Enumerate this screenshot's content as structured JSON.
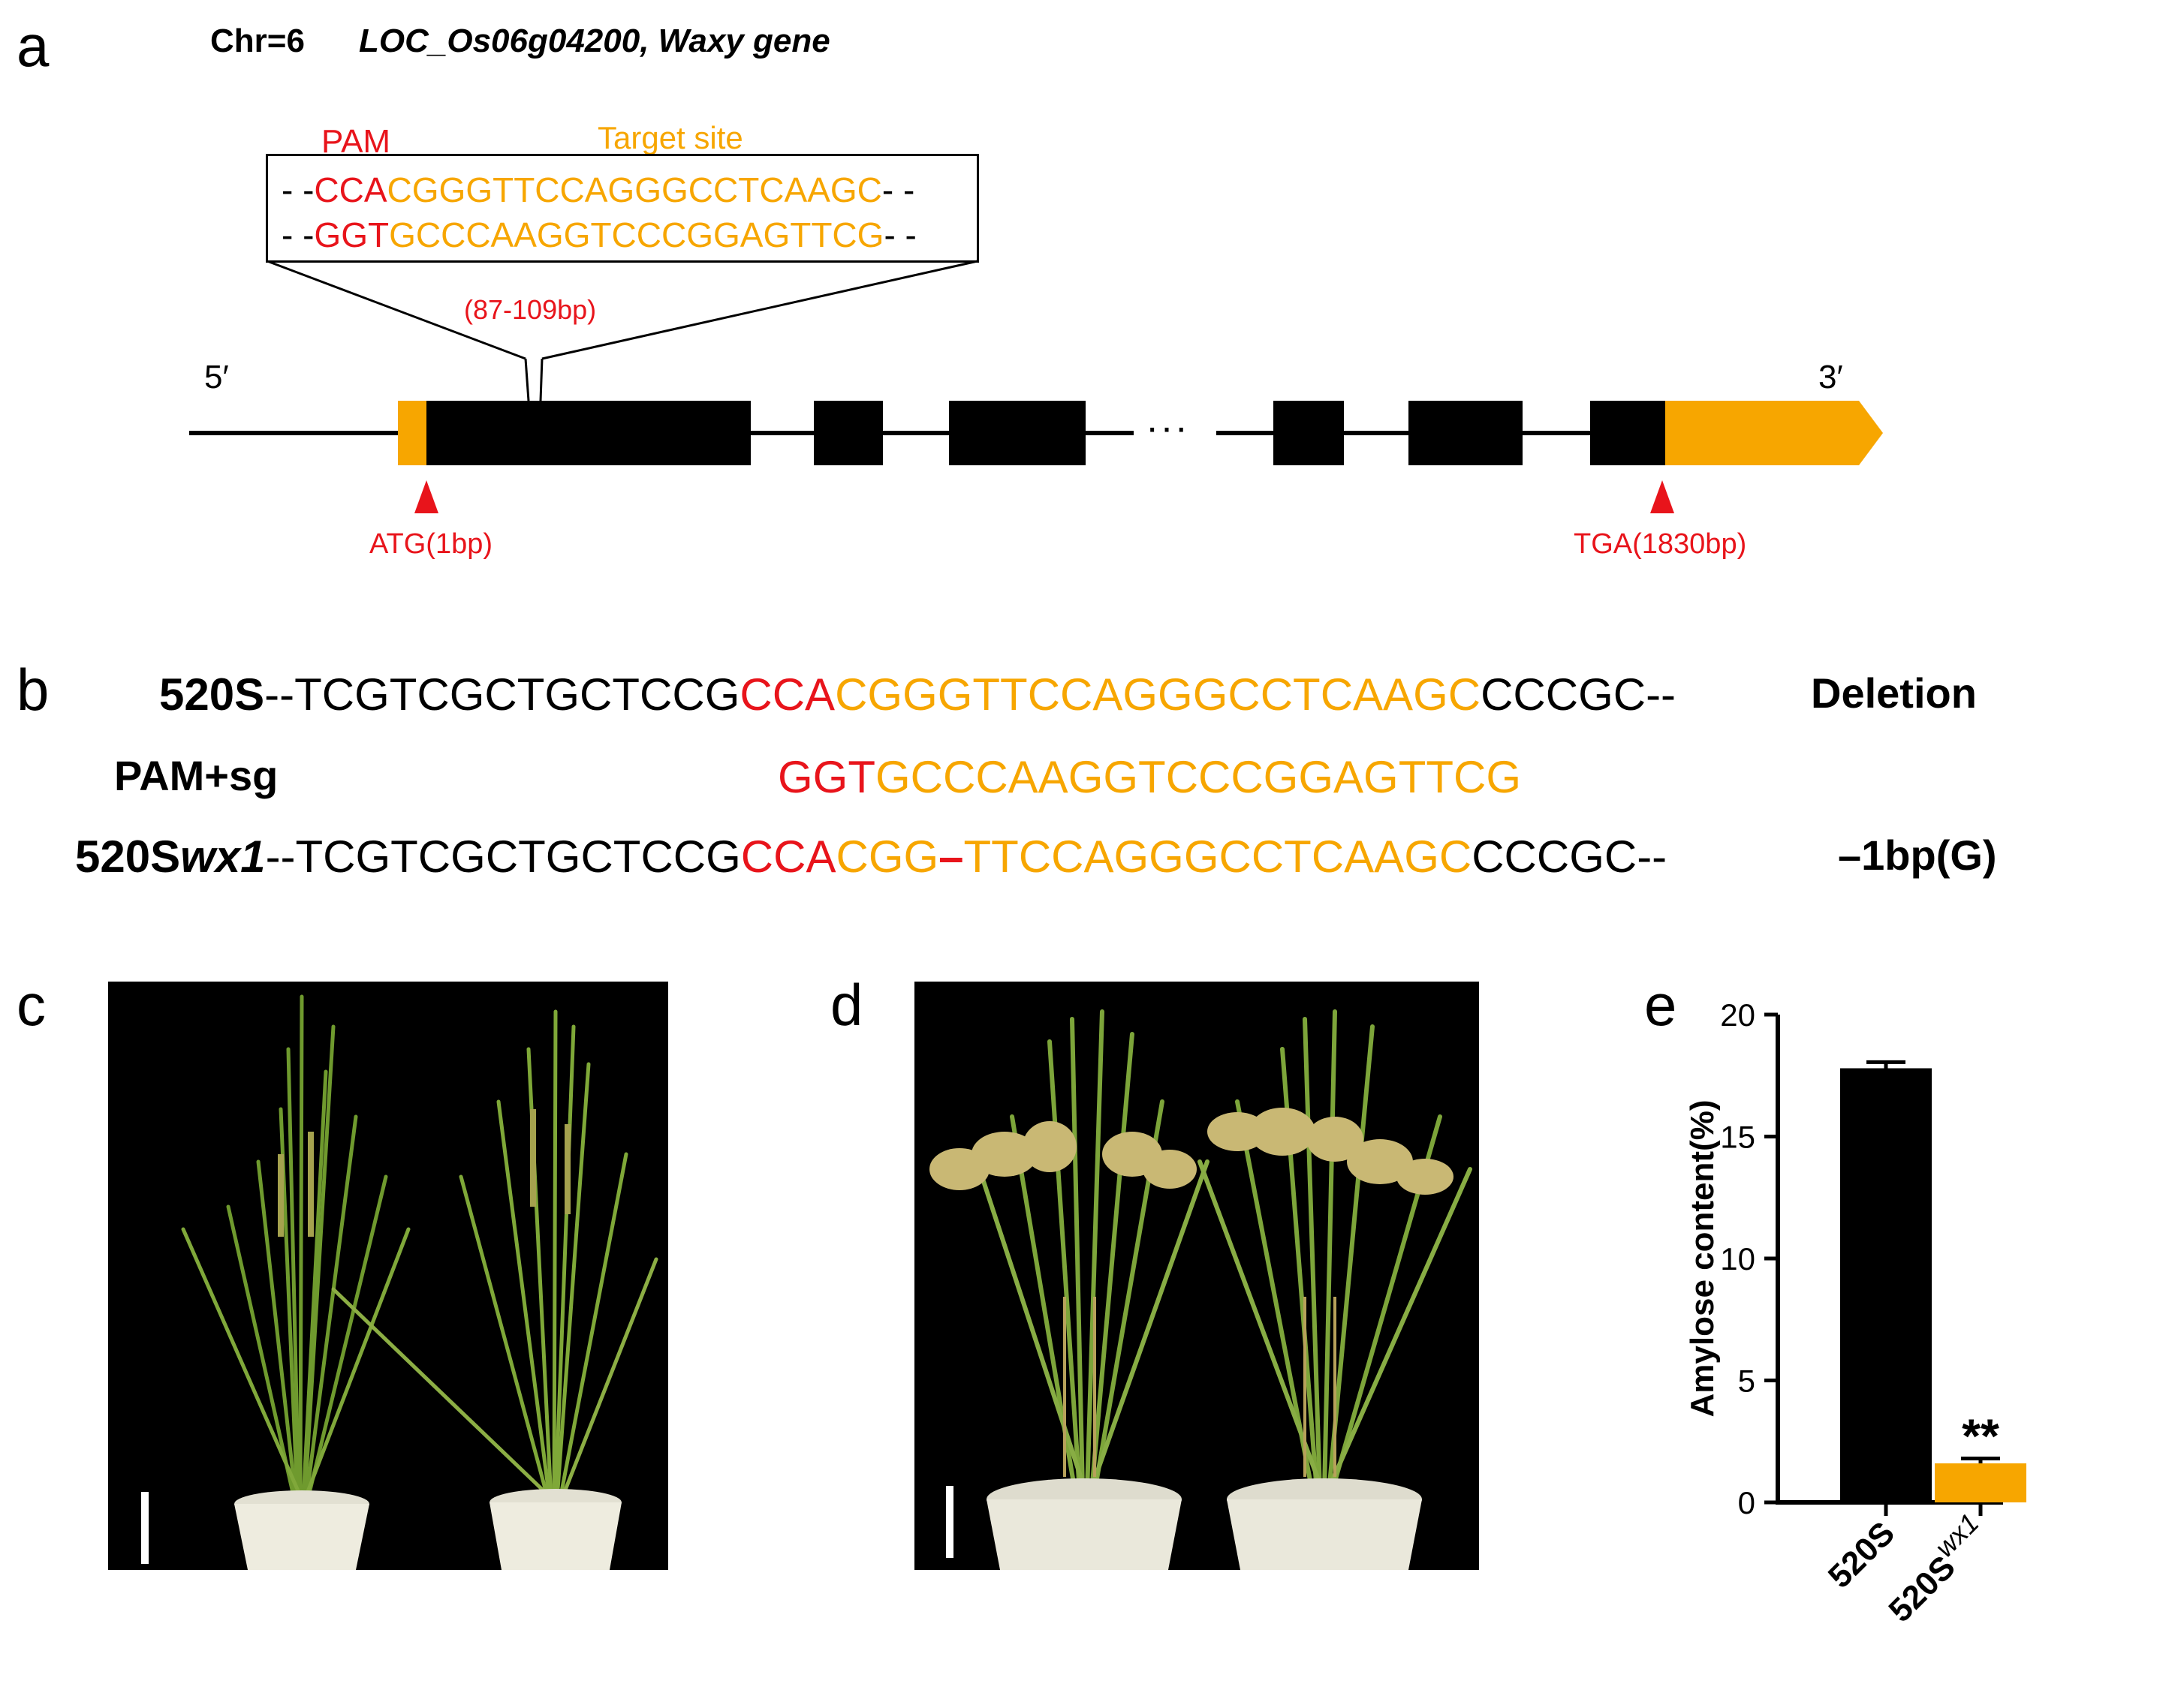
{
  "panel_a": {
    "letter": "a",
    "chr_label": "Chr=6",
    "gene_label": "LOC_Os06g04200, Waxy gene",
    "pam_label": "PAM",
    "target_label": "Target site",
    "seq_top": {
      "prefix": "- -",
      "pam": "CCA",
      "target": "CGGGTTCCAGGGCCTCAAGC",
      "suffix": "- -"
    },
    "seq_bottom": {
      "prefix": "- -",
      "pam": "GGT",
      "target": "GCCCAAGGTCCCGGAGTTCG",
      "suffix": "- -"
    },
    "position_label": "(87-109bp)",
    "five_prime": "5′",
    "three_prime": "3′",
    "ellipsis": "···",
    "atg_label": "ATG(1bp)",
    "tga_label": "TGA(1830bp)"
  },
  "panel_b": {
    "letter": "b",
    "row1": {
      "name": "520S",
      "pre": "--TCGTCGCTGCTCCG",
      "pam": "CCA",
      "target": "CGGGTTCCAGGGCCTCAAGC",
      "post": "CCCGC--",
      "result": "Deletion"
    },
    "row2": {
      "name": "PAM+sg",
      "pam": "GGT",
      "target": "GCCCAAGGTCCCGGAGTTCG"
    },
    "row3": {
      "name": "520S",
      "name_italic": "wx1",
      "pre": "--TCGTCGCTGCTCCG",
      "pam": "CCA",
      "target_a": "CGG",
      "gap": "–",
      "target_b": "TTCCAGGGCCTCAAGC",
      "post": "CCCGC--",
      "result": "–1bp(G)"
    }
  },
  "panel_c": {
    "letter": "c"
  },
  "panel_d": {
    "letter": "d"
  },
  "panel_e": {
    "letter": "e"
  },
  "colors": {
    "pam_red": "#e8141b",
    "target_orange": "#f7a600",
    "exon_black": "#000000",
    "utr_orange": "#f7a600"
  },
  "chart_data": {
    "type": "bar",
    "categories": [
      "520S",
      "520Swx1"
    ],
    "category_parts": [
      [
        "520S",
        ""
      ],
      [
        "520S",
        "wx1"
      ]
    ],
    "values": [
      17.8,
      1.6
    ],
    "errors": [
      0.25,
      0.2
    ],
    "bar_colors": [
      "#000000",
      "#f7a600"
    ],
    "ylabel": "Amylose content(%)",
    "ylim": [
      0,
      20
    ],
    "yticks": [
      "0",
      "5",
      "10",
      "15",
      "20"
    ],
    "annotations": [
      {
        "category": "520Swx1",
        "text": "**"
      }
    ],
    "grid": false
  }
}
